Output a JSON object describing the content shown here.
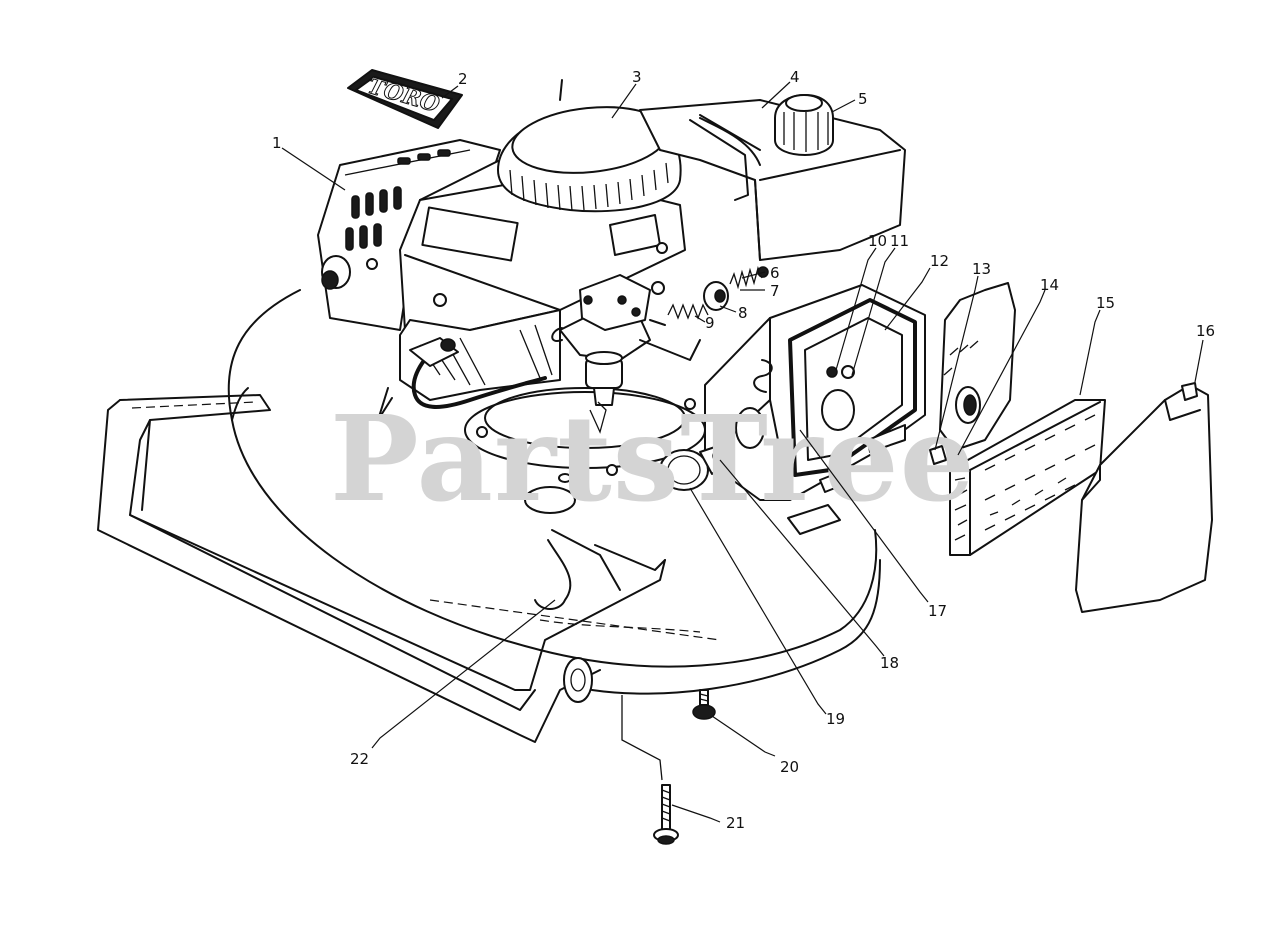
{
  "diagram": {
    "watermark": "PartsTree",
    "logo_text": "TORO",
    "callouts": [
      {
        "id": "1",
        "label": "1"
      },
      {
        "id": "2",
        "label": "2"
      },
      {
        "id": "3",
        "label": "3"
      },
      {
        "id": "4",
        "label": "4"
      },
      {
        "id": "5",
        "label": "5"
      },
      {
        "id": "6",
        "label": "6"
      },
      {
        "id": "7",
        "label": "7"
      },
      {
        "id": "8",
        "label": "8"
      },
      {
        "id": "9",
        "label": "9"
      },
      {
        "id": "10",
        "label": "10"
      },
      {
        "id": "11",
        "label": "11"
      },
      {
        "id": "12",
        "label": "12"
      },
      {
        "id": "13",
        "label": "13"
      },
      {
        "id": "14",
        "label": "14"
      },
      {
        "id": "15",
        "label": "15"
      },
      {
        "id": "16",
        "label": "16"
      },
      {
        "id": "17",
        "label": "17"
      },
      {
        "id": "18",
        "label": "18"
      },
      {
        "id": "19",
        "label": "19"
      },
      {
        "id": "20",
        "label": "20"
      },
      {
        "id": "21",
        "label": "21"
      },
      {
        "id": "22",
        "label": "22"
      }
    ]
  }
}
